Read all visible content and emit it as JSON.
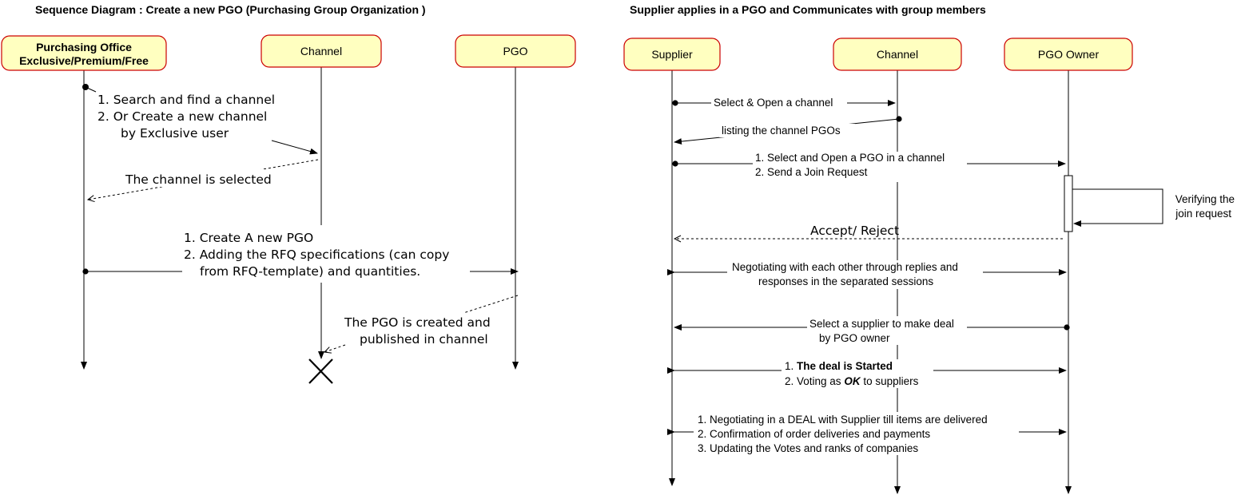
{
  "left": {
    "title": "Sequence Diagram : Create a new  PGO (Purchasing Group Organization )",
    "actors": {
      "office_line1": "Purchasing Office",
      "office_line2": "Exclusive/Premium/Free",
      "channel": "Channel",
      "pgo": "PGO"
    },
    "messages": {
      "search_line1": "1. Search and find a channel",
      "search_line2": "2. Or Create a new channel",
      "search_line3": "by Exclusive user",
      "selected": "The channel is selected",
      "create_line1": "1. Create A new PGO",
      "create_line2": "2. Adding the RFQ specifications (can copy",
      "create_line3": "from RFQ-template)  and quantities.",
      "created_line1": "The PGO is created and",
      "created_line2": "published in channel"
    }
  },
  "right": {
    "title": "Supplier applies in a PGO and Communicates with group members",
    "actors": {
      "supplier": "Supplier",
      "channel": "Channel",
      "owner": "PGO Owner"
    },
    "messages": {
      "open_channel": "Select & Open a channel",
      "listing": "listing the channel PGOs",
      "join_line1": "1. Select and Open a PGO in a channel",
      "join_line2": "2. Send a Join Request",
      "verify_line1": "Verifying the",
      "verify_line2": "join request",
      "accept": "Accept/ Reject",
      "negotiate_line1": "Negotiating with each other through replies and",
      "negotiate_line2": "responses in the separated sessions",
      "select_line1": "Select a supplier to make deal",
      "select_line2": "by PGO owner",
      "deal_prefix": "1. ",
      "deal_bold": "The deal is Started",
      "vote_prefix": "2. Voting as ",
      "vote_ok": "OK",
      "vote_suffix": " to suppliers",
      "final_line1": "1. Negotiating in a DEAL with Supplier till items are delivered",
      "final_line2": "2. Confirmation of order deliveries and payments",
      "final_line3": "3. Updating the Votes and ranks of companies"
    }
  },
  "colors": {
    "actor_fill": "#ffffc0",
    "actor_border": "#cc0000",
    "line": "#000000"
  }
}
